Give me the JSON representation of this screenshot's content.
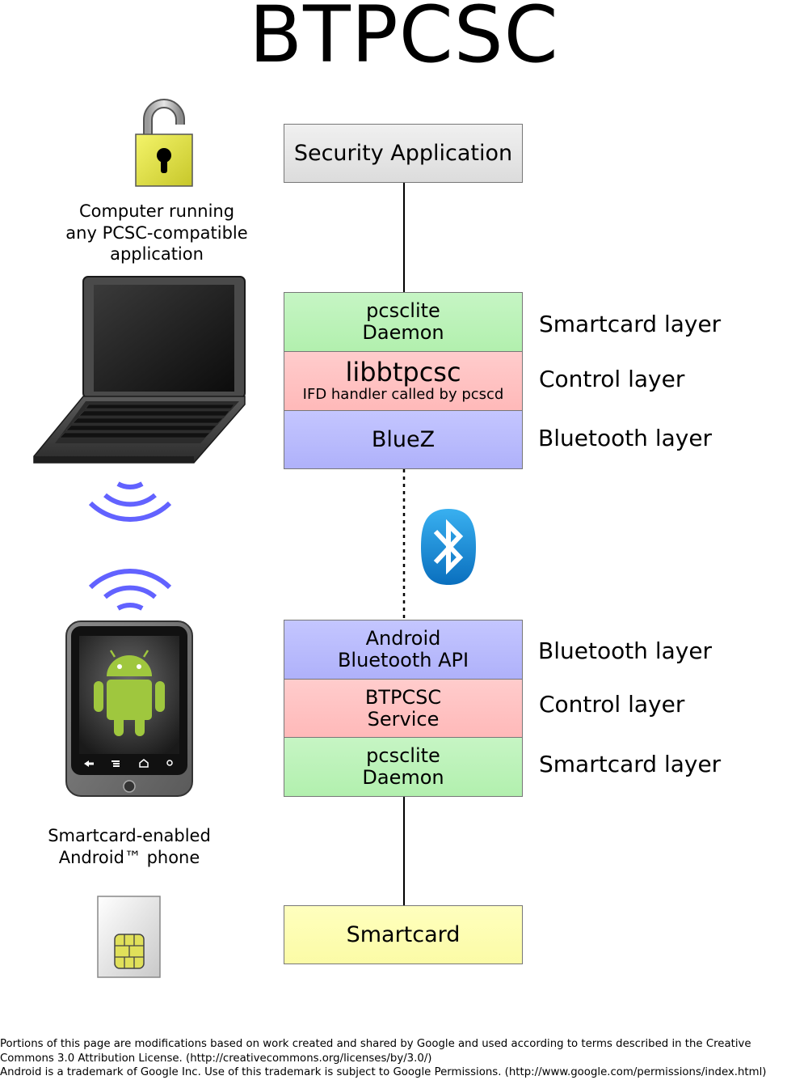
{
  "title": "BTPCSC",
  "boxes": {
    "security_app": "Security Application",
    "pcsclite_top_1": "pcsclite",
    "pcsclite_top_2": "Daemon",
    "libbtpcsc": "libbtpcsc",
    "libbtpcsc_sub": "IFD handler called by pcscd",
    "bluez": "BlueZ",
    "android_bt_1": "Android",
    "android_bt_2": "Bluetooth API",
    "btpcsc_service_1": "BTPCSC",
    "btpcsc_service_2": "Service",
    "pcsclite_bottom_1": "pcsclite",
    "pcsclite_bottom_2": "Daemon",
    "smartcard": "Smartcard"
  },
  "layers": {
    "top_smartcard": "Smartcard layer",
    "top_control": "Control layer",
    "top_bluetooth": "Bluetooth layer",
    "bottom_bluetooth": "Bluetooth layer",
    "bottom_control": "Control layer",
    "bottom_smartcard": "Smartcard layer"
  },
  "captions": {
    "computer_1": "Computer running",
    "computer_2": "any PCSC-compatible",
    "computer_3": "application",
    "phone_1": "Smartcard-enabled",
    "phone_2": "Android™ phone"
  },
  "footer": {
    "line1": "Portions of this page are modifications based on work created and shared by Google and used according to terms described in the Creative",
    "line2": "Commons 3.0 Attribution License. (http://creativecommons.org/licenses/by/3.0/)",
    "line3": "Android is a trademark of Google Inc. Use of this trademark is subject to Google Permissions. (http://www.google.com/permissions/index.html)"
  },
  "colors": {
    "green": "#b8f2b5",
    "red": "#ffc0c0",
    "blue": "#b6b8fc",
    "yellow": "#fdfdb0",
    "gray": "#e6e6e6",
    "wave": "#6262ff",
    "bluetooth": "#1b8fd6"
  },
  "icons": [
    "padlock-icon",
    "laptop-icon",
    "wireless-wave-icon",
    "android-phone-icon",
    "bluetooth-icon",
    "sim-card-icon"
  ]
}
